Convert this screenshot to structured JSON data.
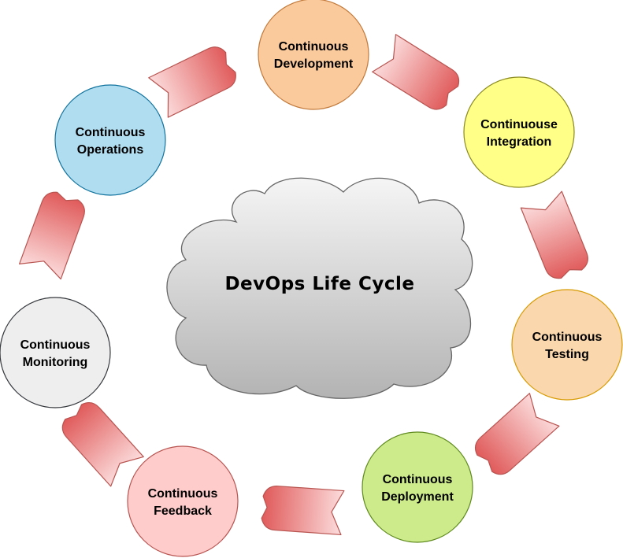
{
  "center": {
    "title": "DevOps Life Cycle"
  },
  "stages": [
    {
      "lines": [
        "Continuous",
        "Development"
      ],
      "fill": "#FAC99C",
      "stroke": "#C27A3A"
    },
    {
      "lines": [
        "Continuouse",
        "Integration"
      ],
      "fill": "#FFFF88",
      "stroke": "#8A8A20"
    },
    {
      "lines": [
        "Continuous",
        "Testing"
      ],
      "fill": "#FAD7AC",
      "stroke": "#D79B00"
    },
    {
      "lines": [
        "Continuous",
        "Deployment"
      ],
      "fill": "#CDEB8B",
      "stroke": "#5E8A1E"
    },
    {
      "lines": [
        "Continuous",
        "Feedback"
      ],
      "fill": "#FFCCCC",
      "stroke": "#B85450"
    },
    {
      "lines": [
        "Continuous",
        "Monitoring"
      ],
      "fill": "#EEEEEE",
      "stroke": "#36393D"
    },
    {
      "lines": [
        "Continuous",
        "Operations"
      ],
      "fill": "#B1DDF0",
      "stroke": "#10739E"
    }
  ],
  "colors": {
    "arrow_gradient_light": "#FCDCDC",
    "arrow_gradient_dark": "#E05A5A",
    "arrow_stroke": "#B85450",
    "cloud_top": "#F5F5F5",
    "cloud_bottom": "#B3B3B3",
    "cloud_stroke": "#666666"
  }
}
